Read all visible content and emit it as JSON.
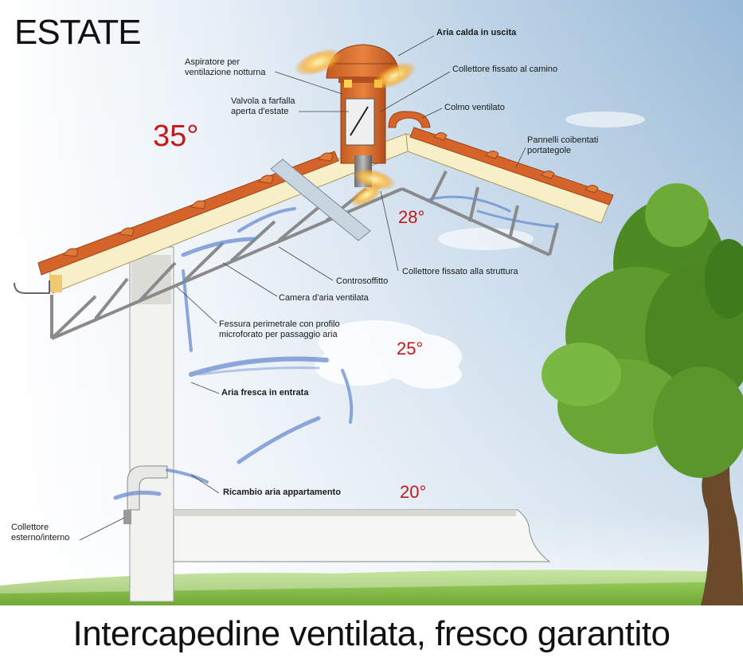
{
  "title": "ESTATE",
  "caption": "Intercapedine ventilata, fresco garantito",
  "temperatures": {
    "outside": "35°",
    "attic": "28°",
    "mid": "25°",
    "inside": "20°"
  },
  "labels": {
    "aria_calda": "Aria calda in uscita",
    "aspiratore_1": "Aspiratore per",
    "aspiratore_2": "ventilazione notturna",
    "collettore_camino": "Collettore fissato al camino",
    "valvola_1": "Valvola a farfalla",
    "valvola_2": "aperta d'estate",
    "colmo": "Colmo ventilato",
    "pannelli_1": "Pannelli coibentati",
    "pannelli_2": "portategole",
    "collettore_struttura": "Collettore fissato alla struttura",
    "controsoffitto": "Controsoffitto",
    "camera": "Camera d'aria ventilata",
    "fessura_1": "Fessura perimetrale con profilo",
    "fessura_2": "microforato per passaggio aria",
    "aria_fresca": "Aria fresca in entrata",
    "ricambio": "Ricambio aria appartamento",
    "collettore_ext_1": "Collettore",
    "collettore_ext_2": "esterno/interno"
  },
  "colors": {
    "temp_red": "#c21a1a",
    "tile_orange": "#d4642a",
    "sky_top": "#a9c4dc",
    "grass": "#7fbf3f",
    "tree": "#5e9a2e"
  }
}
